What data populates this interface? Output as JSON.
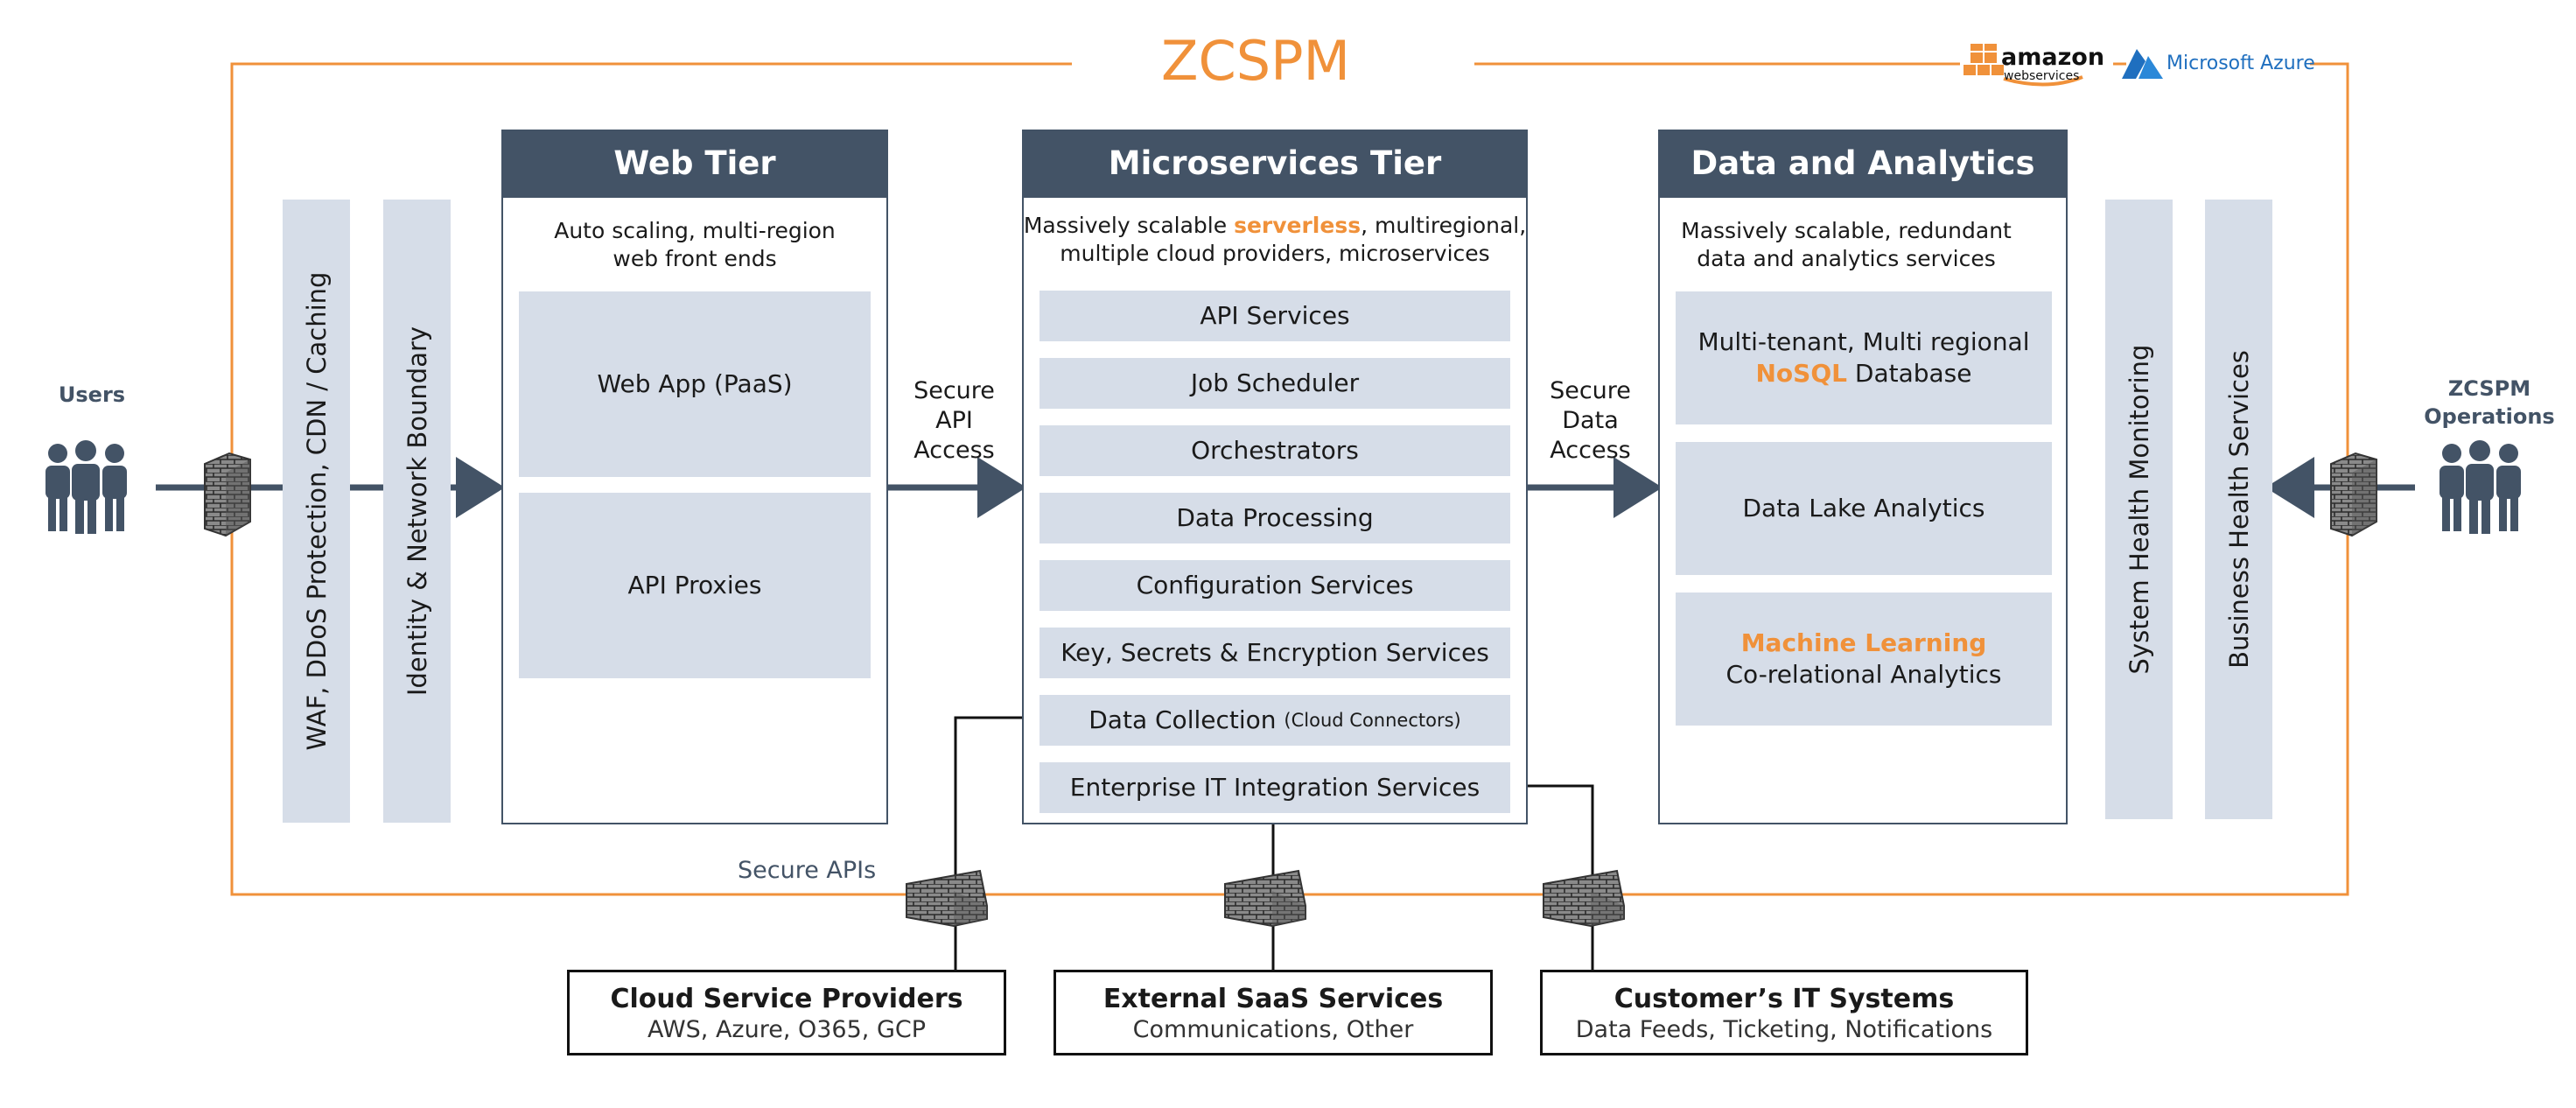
{
  "title": "ZCSPM",
  "logos": {
    "aws_main": "amazon",
    "aws_sub": "webservices",
    "azure": "Microsoft Azure"
  },
  "actors": {
    "users": "Users",
    "ops_line1": "ZCSPM",
    "ops_line2": "Operations"
  },
  "left_bars": [
    "WAF, DDoS Protection, CDN / Caching",
    "Identity & Network Boundary"
  ],
  "right_bars": [
    "System Health Monitoring",
    "Business Health Services"
  ],
  "web_tier": {
    "title": "Web Tier",
    "desc_line1": "Auto scaling, multi-region",
    "desc_line2": "web front ends",
    "items": [
      "Web App (PaaS)",
      "API Proxies"
    ]
  },
  "micro_tier": {
    "title": "Microservices Tier",
    "desc_pre": "Massively scalable ",
    "desc_highlight": "serverless",
    "desc_post": ", multiregional,",
    "desc_line2": "multiple cloud providers, microservices",
    "items": [
      "API Services",
      "Job Scheduler",
      "Orchestrators",
      "Data Processing",
      "Configuration Services",
      "Key, Secrets & Encryption Services"
    ],
    "data_collection": "Data Collection",
    "data_collection_note": "(Cloud Connectors)",
    "enterprise": "Enterprise IT Integration Services"
  },
  "data_tier": {
    "title": "Data and Analytics Tier",
    "desc_line1": "Massively scalable, redundant",
    "desc_line2": "data and analytics services",
    "db_line1": "Multi-tenant, Multi regional",
    "db_highlight": "NoSQL",
    "db_post": " Database",
    "lake": "Data Lake Analytics",
    "ml_highlight": "Machine Learning",
    "ml_line2": "Co-relational Analytics"
  },
  "connectors": {
    "api_access": [
      "Secure",
      "API",
      "Access"
    ],
    "data_access": [
      "Secure",
      "Data",
      "Access"
    ],
    "secure_apis": "Secure APIs"
  },
  "external": [
    {
      "title": "Cloud Service Providers",
      "sub": "AWS, Azure, O365, GCP"
    },
    {
      "title": "External SaaS Services",
      "sub": "Communications, Other"
    },
    {
      "title": "Customer’s IT Systems",
      "sub": "Data Feeds, Ticketing, Notifications"
    }
  ],
  "colors": {
    "accent": "#f0913a",
    "header": "#435366",
    "box": "#d6dde8",
    "arrow": "#435366",
    "line": "#111111",
    "azure": "#1f6fbf"
  },
  "icons": [
    "users-icon",
    "operations-team-icon",
    "firewall-icon",
    "aws-logo-icon",
    "azure-logo-icon"
  ]
}
